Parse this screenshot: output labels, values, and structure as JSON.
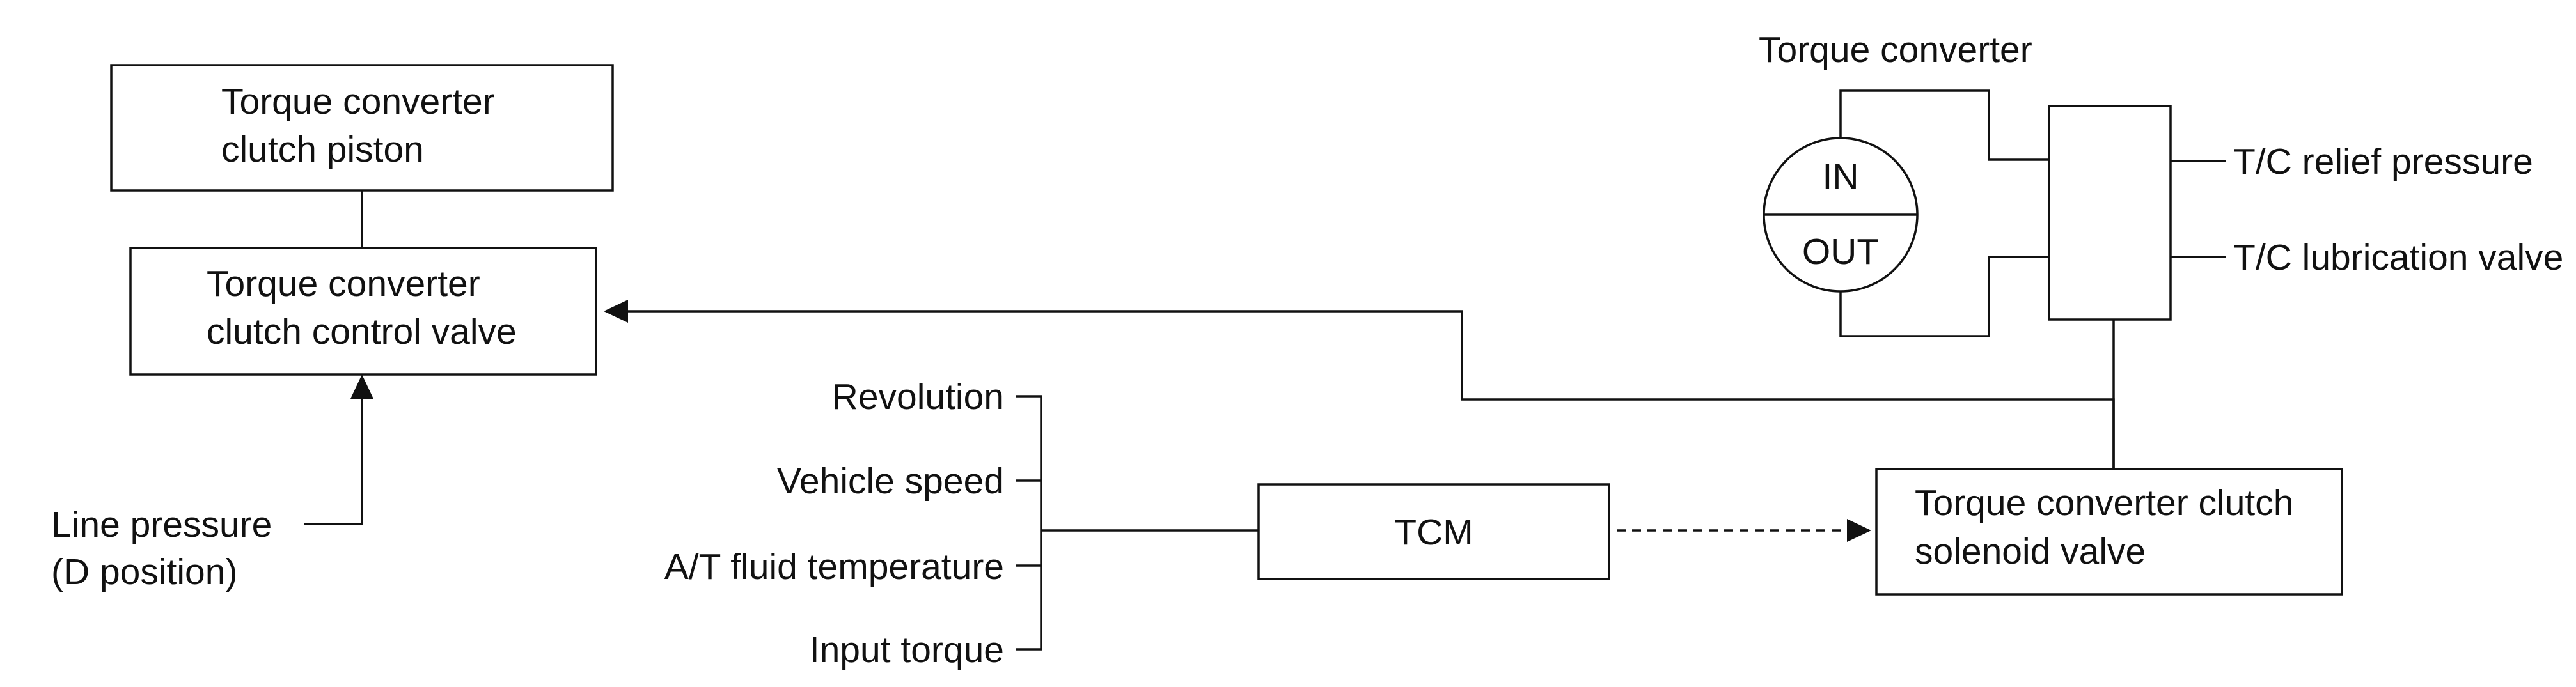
{
  "diagram": {
    "nodes": {
      "clutch_piston": [
        "Torque converter",
        "clutch piston"
      ],
      "control_valve": [
        "Torque converter",
        "clutch control valve"
      ],
      "line_pressure": [
        "Line pressure",
        "(D position)"
      ],
      "tcm": "TCM",
      "solenoid_valve": [
        "Torque converter clutch",
        "solenoid valve"
      ],
      "torque_converter": "Torque converter",
      "tc_in": "IN",
      "tc_out": "OUT",
      "relief": "T/C relief pressure",
      "lubrication": "T/C lubrication valve"
    },
    "inputs": [
      "Revolution",
      "Vehicle speed",
      "A/T fluid temperature",
      "Input torque"
    ],
    "edges": [
      {
        "from": "clutch_piston",
        "to": "control_valve",
        "style": "solid"
      },
      {
        "from": "line_pressure",
        "to": "control_valve",
        "style": "arrow"
      },
      {
        "from": "inputs",
        "to": "tcm",
        "style": "solid"
      },
      {
        "from": "tcm",
        "to": "solenoid_valve",
        "style": "dashed-arrow"
      },
      {
        "from": "solenoid_valve",
        "to": "control_valve",
        "style": "arrow"
      },
      {
        "from": "torque_converter",
        "to": "valve_block",
        "style": "solid"
      }
    ]
  }
}
